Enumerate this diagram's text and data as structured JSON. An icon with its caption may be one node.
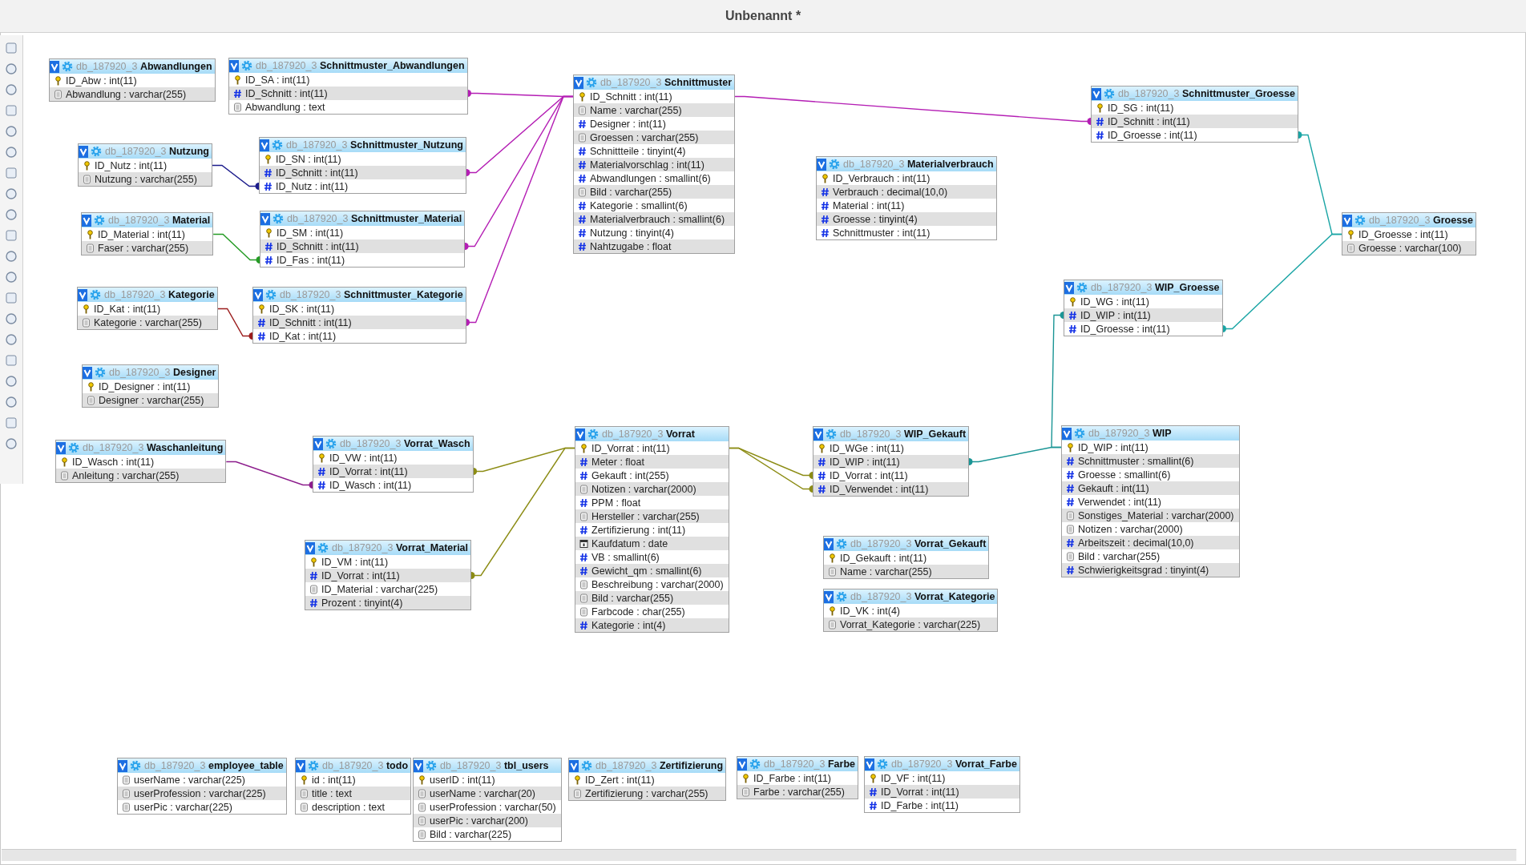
{
  "diagram": {
    "title": "Unbenannt *",
    "nodes": [
      {
        "text": [
          "db_187920_3 **Abwandlungen**",
          "ID_Abw : int(11)",
          "Abwandlung : varchar(255)"
        ]
      },
      {
        "text": [
          "db_187920_3 **Schnittmuster_Abwandlungen**",
          "ID_SA : int(11)",
          "ID_Schnitt : int(11)",
          "Abwandlung : text"
        ]
      },
      {
        "text": [
          "db_187920_3 **Schnittmuster**",
          "ID_Schnitt : int(11)",
          "Name : varchar(255)",
          "Designer : int(11)",
          "Groessen : varchar(255)",
          "Schnittteile : tinyint(4)",
          "Materialvorschlag : int(11)",
          "Abwandlungen : smallint(6)",
          "Bild : varchar(255)",
          "Kategorie : smallint(6)",
          "Materialverbrauch : smallint(6)",
          "Nutzung : tinyint(4)",
          "Nahtzugabe : float"
        ]
      },
      {
        "text": [
          "db_187920_3 **Schnittmuster_Groesse**",
          "ID_SG : int(11)",
          "ID_Schnitt : int(11)",
          "ID_Groesse : int(11)"
        ]
      },
      {
        "text": [
          "db_187920_3 **Nutzung**",
          "ID_Nutz : int(11)",
          "Nutzung : varchar(255)"
        ]
      },
      {
        "text": [
          "db_187920_3 **Schnittmuster_Nutzung**",
          "ID_SN : int(11)",
          "ID_Schnitt : int(11)",
          "ID_Nutz : int(11)"
        ]
      },
      {
        "text": [
          "db_187920_3 **Materialverbrauch**",
          "ID_Verbrauch : int(11)",
          "Verbrauch : decimal(10,0)",
          "Material : int(11)",
          "Groesse : tinyint(4)",
          "Schnittmuster : int(11)"
        ]
      },
      {
        "text": [
          "db_187920_3 **Material**",
          "ID_Material : int(11)",
          "Faser : varchar(255)"
        ]
      },
      {
        "text": [
          "db_187920_3 **Schnittmuster_Material**",
          "ID_SM : int(11)",
          "ID_Schnitt : int(11)",
          "ID_Fas : int(11)"
        ]
      },
      {
        "text": [
          "db_187920_3 **Groesse**",
          "ID_Groesse : int(11)",
          "Groesse : varchar(100)"
        ]
      },
      {
        "text": [
          "db_187920_3 **Kategorie**",
          "ID_Kat : int(11)",
          "Kategorie : varchar(255)"
        ]
      },
      {
        "text": [
          "db_187920_3 **Schnittmuster_Kategorie**",
          "ID_SK : int(11)",
          "ID_Schnitt : int(11)",
          "ID_Kat : int(11)"
        ]
      },
      {
        "text": [
          "db_187920_3 **WIP_Groesse**",
          "ID_WG : int(11)",
          "ID_WIP : int(11)",
          "ID_Groesse : int(11)"
        ]
      },
      {
        "text": [
          "db_187920_3 **Designer**",
          "ID_Designer : int(11)",
          "Designer : varchar(255)"
        ]
      },
      {
        "text": [
          "db_187920_3 **Waschanleitung**",
          "ID_Wasch : int(11)",
          "Anleitung : varchar(255)"
        ]
      },
      {
        "text": [
          "db_187920_3 **Vorrat_Wasch**",
          "ID_VW : int(11)",
          "ID_Vorrat : int(11)",
          "ID_Wasch : int(11)"
        ]
      },
      {
        "text": [
          "db_187920_3 **Vorrat**",
          "ID_Vorrat : int(11)",
          "Meter : float",
          "Gekauft : int(255)",
          "Notizen : varchar(2000)",
          "PPM : float",
          "Hersteller : varchar(255)",
          "Zertifizierung : int(11)",
          "Kaufdatum : date",
          "VB : smallint(6)",
          "Gewicht_qm : smallint(6)",
          "Beschreibung : varchar(2000)",
          "Bild : varchar(255)",
          "Farbcode : char(255)",
          "Kategorie : int(4)"
        ]
      },
      {
        "text": [
          "db_187920_3 **WIP_Gekauft**",
          "ID_WGe : int(11)",
          "ID_WIP : int(11)",
          "ID_Vorrat : int(11)",
          "ID_Verwendet : int(11)"
        ]
      },
      {
        "text": [
          "db_187920_3 **WIP**",
          "ID_WIP : int(11)",
          "Schnittmuster : smallint(6)",
          "Groesse : smallint(6)",
          "Gekauft : int(11)",
          "Verwendet : int(11)",
          "Sonstiges_Material : varchar(2000)",
          "Notizen : varchar(2000)",
          "Arbeitszeit : decimal(10,0)",
          "Bild : varchar(255)",
          "Schwierigkeitsgrad : tinyint(4)"
        ]
      },
      {
        "text": [
          "db_187920_3 **Vorrat_Material**",
          "ID_VM : int(11)",
          "ID_Vorrat : int(11)",
          "ID_Material : varchar(225)",
          "Prozent : tinyint(4)"
        ]
      },
      {
        "text": [
          "db_187920_3 **Vorrat_Gekauft**",
          "ID_Gekauft : int(11)",
          "Name : varchar(255)"
        ]
      },
      {
        "text": [
          "db_187920_3 **Vorrat_Kategorie**",
          "ID_VK : int(4)",
          "Vorrat_Kategorie : varchar(225)"
        ]
      },
      {
        "text": [
          "db_187920_3 **employee_table**",
          "userName : varchar(225)",
          "userProfession : varchar(225)",
          "userPic : varchar(225)"
        ]
      },
      {
        "text": [
          "db_187920_3 **todo**",
          "id : int(11)",
          "title : text",
          "description : text"
        ]
      },
      {
        "text": [
          "db_187920_3 **tbl_users**",
          "userID : int(11)",
          "userName : varchar(20)",
          "userProfession : varchar(50)",
          "userPic : varchar(200)",
          "Bild : varchar(225)"
        ]
      },
      {
        "text": [
          "db_187920_3 **Zertifizierung**",
          "ID_Zert : int(11)",
          "Zertifizierung : varchar(255)"
        ]
      },
      {
        "text": [
          "db_187920_3 **Farbe**",
          "ID_Farbe : int(11)",
          "Farbe : varchar(255)"
        ]
      },
      {
        "text": [
          "db_187920_3 **Vorrat_Farbe**",
          "ID_VF : int(11)",
          "ID_Vorrat : int(11)",
          "ID_Farbe : int(11)"
        ]
      }
    ],
    "edges": [
      {
        "from": 2,
        "to": 1,
        "arrow": "other",
        "color": "#b41eb4"
      },
      {
        "from": 2,
        "to": 5,
        "arrow": "other",
        "color": "#b41eb4"
      },
      {
        "from": 2,
        "to": 8,
        "arrow": "other",
        "color": "#b41eb4"
      },
      {
        "from": 2,
        "to": 11,
        "arrow": "other",
        "color": "#b41eb4"
      },
      {
        "from": 2,
        "to": 3,
        "arrow": "other",
        "color": "#b41eb4"
      },
      {
        "from": 4,
        "to": 5,
        "arrow": "other",
        "color": "#1c1c8c"
      },
      {
        "from": 7,
        "to": 8,
        "arrow": "other",
        "color": "#249b24"
      },
      {
        "from": 10,
        "to": 11,
        "arrow": "other",
        "color": "#9b1c1c"
      },
      {
        "from": 9,
        "to": 3,
        "arrow": "other",
        "color": "#1aa5a5"
      },
      {
        "from": 9,
        "to": 12,
        "arrow": "other",
        "color": "#1aa5a5"
      },
      {
        "from": 18,
        "to": 12,
        "arrow": "other",
        "color": "#1a9595"
      },
      {
        "from": 18,
        "to": 17,
        "arrow": "other",
        "color": "#1a9595"
      },
      {
        "from": 14,
        "to": 15,
        "arrow": "other",
        "color": "#8c1c8c"
      },
      {
        "from": 16,
        "to": 15,
        "arrow": "other",
        "color": "#8c8c14"
      },
      {
        "from": 16,
        "to": 19,
        "arrow": "other",
        "color": "#8c8c14"
      },
      {
        "from": 16,
        "to": 17,
        "arrow": "other",
        "color": "#8c8c14"
      },
      {
        "from": 16,
        "to": 17,
        "arrow": "other",
        "color": "#8c8c14"
      }
    ]
  }
}
